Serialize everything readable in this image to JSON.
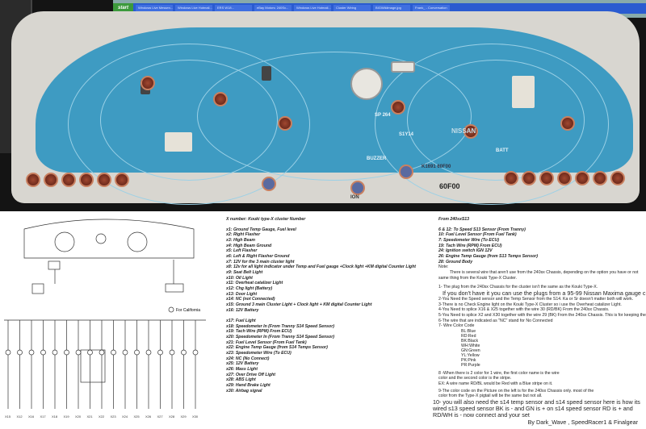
{
  "taskbar": {
    "start": "start",
    "tasks": [
      "Windows Live Messen...",
      "Windows Live Hotmail...",
      "ERS W18...",
      "eBay Motors: 240Sx...",
      "Windows Live Hotmail...",
      "Cluster Wiring",
      "BIGWikiimage.jpg",
      "Frank_ - Conversation"
    ]
  },
  "cluster_labels": {
    "nissan": "NISSAN",
    "part": "K1691 60F00",
    "code": "60F00",
    "sp": "SP 264",
    "s": "S1Y14",
    "buzzer": "BUZZER",
    "batt": "BATT",
    "ion": "ION"
  },
  "diagram": {
    "note": "For California",
    "connectors": [
      "X15",
      "X12",
      "X16",
      "X17",
      "X18",
      "X19",
      "X20",
      "X21",
      "X22",
      "X23",
      "X24",
      "X25",
      "X26",
      "X27",
      "X28",
      "X29",
      "X30"
    ]
  },
  "legend": {
    "title": "X number: Kouki type-X cluster Number",
    "items_a": [
      "x1: Ground Temp Gauge, Fuel level",
      "x2: Right Flasher",
      "x3: High Beam",
      "x4: High Beam Ground",
      "x5: Left Flasher",
      "x6: Left & Right Flasher Ground",
      "x7: 12V for the 3 main cluster light",
      "x8: 12v for all light indicator under Temp and Fuel gauge +Clock light +KM digital Counter Light",
      "x9: Seat Belt Light",
      "x10: Oil Light",
      "x11: Overheat catalizer Light",
      "x12: Chg light (Battery)",
      "x13: Door Light",
      "x14: NC (not Connected)",
      "x15: Ground 3 main Cluster Light + Clock light + KM digital Counter Light",
      "x16: 12V Battery"
    ],
    "items_b": [
      "x17: Fuel Light",
      "x18: Speedometer In (From Tranny S14 Speed Sensor)",
      "x19: Tach Wire (RPM) From ECU)",
      "x20: Speedometer In (From Tranny S14 Speed Sensor)",
      "x21: Fuel Level Sensor (From Fuel Tank)",
      "x22: Engine Temp Gauge (from S14 Temps Sensor)",
      "x23: Speedometer Wire (To ECU)",
      "x24: NC (No Connect)",
      "x25: 12V Battery",
      "x26: Mass Light",
      "x27: Over Drive Off Light",
      "x28: ABS Light",
      "x29: Hand Brake Light",
      "x30: Airbag signal"
    ]
  },
  "notes": {
    "title": "From 240sxS13",
    "wires": [
      "6 & 12: To Speed S13 Sensor (From Tranny)",
      "10: Fuel Level Sensor (From Fuel Tank)",
      "7: Speedometer Wire (To ECU)",
      "19: Tach Wire (RPM) From ECU)",
      "24: Ignition switch IGN 12V",
      "26: Engine Temp Gauge (from S13 Temps Sensor)",
      "28: Ground Body"
    ],
    "note_label": "Note:",
    "intro": "There is several wire that aren't use from the 240sx Chassis, depending on the option you have or not same thing from the Kouki Type-X Cluster.",
    "n1": "1- The plug from the 240sx Chassis for the cluster isn't the same as the Kouki Type-X.",
    "n1b": "If you don't have it you can use the plugs from a 95-99 Nissan Maxima gauge cluster",
    "n2": "2-You Need the Speed sensor and the Temp Sensor from the S14. Ka or Sr doesn't matter both will work.",
    "n3": "3-There is no Check Engine light on the Kouki Type-X Cluster so i use the Overheat catalizer Light.",
    "n4": "4-You Need to splice X16 & X25 together with the wire 30 (RD/BK) From the 240sx Chassis.",
    "n5": "5-You Need to splice X2 and X30 together with the wire 29 (BK) From the 240sx Chassis. This is for keeping the airbag light off",
    "n6": "6-The wire that are indicated as \"NC\" stand for No Connected",
    "n7": "7- Wire Color Code",
    "colors": [
      "BL:Blue",
      "RD:Red",
      "BK:Black",
      "WH:White",
      "GN:Green",
      "YL:Yellow",
      "PK:Pink",
      "PR:Purple"
    ],
    "n8": "8 -When there is 2 color for 1 wire, the first color name is the wire",
    "n8b": "color and the second color is the stripe.",
    "n8c": "EX: A wire name RD/BL would be Red with a Blue stripe on it.",
    "n9": "9-The color code on the Picture on the left is for the 240sx Chassis only. most of the",
    "n9b": "color from the Type-X pigtail will be the same but not all.",
    "n10": "10- you will also need the s14 temp sensor and s14 speed sensor here is how its wired s13 speed sensor BK is - and GN is + on s14 speed sensor RD is + and RD/WH is - now connect and your set",
    "credit": "By Dark_Wave , SpeedRacer1 & Finalgear"
  }
}
